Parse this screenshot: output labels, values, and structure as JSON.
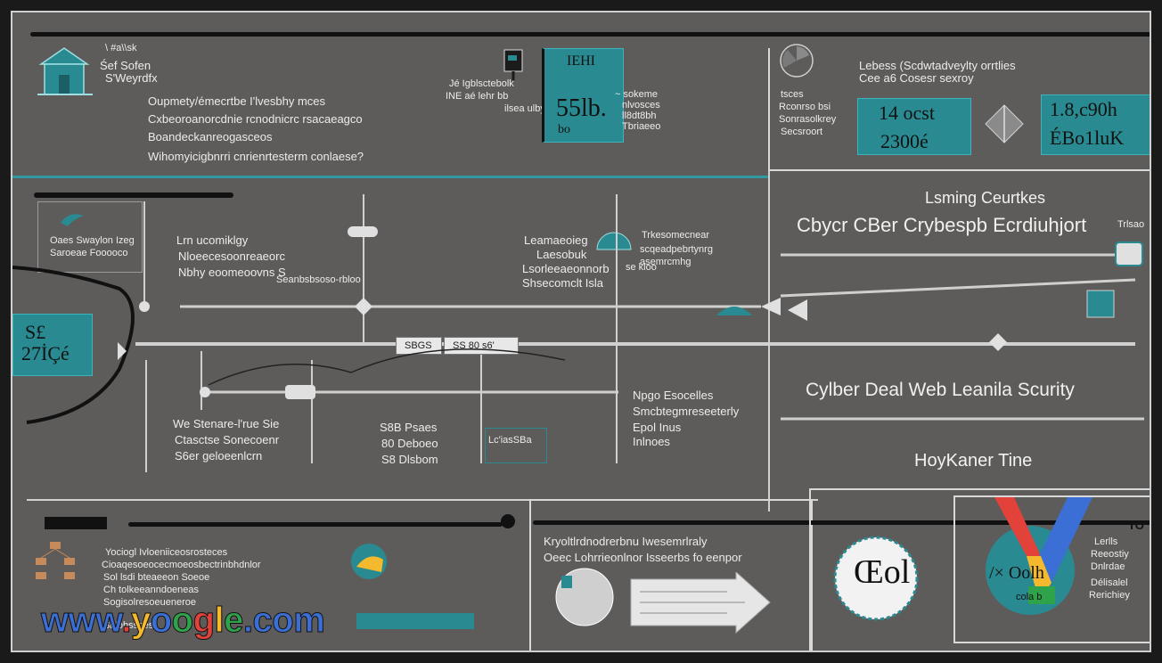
{
  "header": {
    "brand_top": "\\ #a\\\\sk",
    "brand_line1": "Śef Sofen",
    "brand_line2": "S'Weyrdfx",
    "bullets": [
      "Oupmety/émecrtbe I'lvesbhy mces",
      "Cxbeoroanorcdnie rcnodnicrc rsacaeagco",
      "Boandeckanreogasceos",
      "Wihomyicigbnrri cnrienrtesterm conlaese?"
    ],
    "mid_note_line1": "Jé Igblsctebolk",
    "mid_note_line2": "INE aé lehr bb",
    "mid_note_line3": "ilsea ulby",
    "teal_box_top": "IEHI",
    "teal_box_main": "55lb.",
    "teal_box_bottom": "bo",
    "teal_box_note1": "~ sokeme",
    "teal_box_note2": "nlvosces",
    "teal_box_note3": "ll8dt8bh",
    "teal_box_note4": "Tbriaeeo"
  },
  "top_right_panel": {
    "title_line1": "Lebess (Scdwtadveylty orrtlies",
    "title_line2": "Cee a6 Cosesr sexroy",
    "side_line1": "tsces",
    "side_line2": "Rconrso bsi",
    "side_line3": "Sonrasolkrey",
    "side_line4": "Secsroort",
    "box1_line1": "14 ocst",
    "box1_line2": "2300é",
    "box2_line1": "1.8,c90h",
    "box2_line2": "ÉBo1luK"
  },
  "mid_left": {
    "label_block_line1": "Oaes Swaylon Izeg",
    "label_block_line2": "Saroeae Fooooco",
    "bullet_line1": "Lrn ucomiklgy",
    "bullet_line2": "Nloeecesoonreaeorc",
    "bullet_line3": "Nbhy eoomeoovns S",
    "bullet_line4": "Seanbsbsoso-rbloo",
    "side_teal_line1": "S£",
    "side_teal_line2": "27İÇé"
  },
  "mid_center": {
    "note_line1": "Leamaeoieg",
    "note_line2": "Laesobuk",
    "note_line3": "Lsorleeaeonnorb",
    "note_line4": "Shsecomclt Isla",
    "note_right1": "Trkesomecnear",
    "note_right2": "scqeadpebrtynrg",
    "note_right3": "asemrcmhg",
    "note_right4": "se kloo",
    "chip1": "SBGS",
    "chip2": "SS 80 s6'"
  },
  "mid_right": {
    "learning_title": "Lsming Ceurtkes",
    "cyber_title": "Cbycr CBer Crybespb Ecrdiuhjort",
    "small_tag": "Trlsao",
    "cyber_deal": "Cylber Deal Web Leanila Scurity",
    "hoy_kaner": "HoyKaner Tine"
  },
  "lower_left": {
    "bullet_line1": "We Stenare-l'rue Sie",
    "bullet_line2": "Ctasctse Sonecoenr",
    "bullet_line3": "S6er geloeenlcrn",
    "center_line1": "S8B Psaes",
    "center_line2": "80 Deboeo",
    "center_line3": "S8 Dlsbom",
    "box_label": "Lc'iasSBa",
    "right_note1": "Npgo Esocelles",
    "right_note2": "Smcbtegmreseeterly",
    "right_note3": "Epol Inus",
    "right_note4": "Inlnoes"
  },
  "bottom_left": {
    "list_line1": "Yociogl Ivloeniiceosrosteces",
    "list_line2": "Cioaqesoeocecmoeosbectrinbhdnlor",
    "list_line3": "Sol lsdi bteaeeon Soeoe",
    "list_line4": "Ch tolkeeanndoeneas",
    "list_line5": "Sogisolresoeueneroe",
    "list_line6": "Sblobssses"
  },
  "bottom_center": {
    "line1": "Kryoltlrdnodrerbnu Iwesemrlraly",
    "line2": "Oeec Lohrrieonlnor Isseerbs fo eenpor"
  },
  "bottom_right": {
    "badge_text": "Œol",
    "circle_text": "/× Oolh",
    "circle_sub": "cola b",
    "tag_top": "TO",
    "list_line1": "Lerlls",
    "list_line2": "Reeostiy",
    "list_line3": "Dnlrdae",
    "list_line4": "Délisalel",
    "list_line5": "Rerichiey"
  },
  "watermark": {
    "w1": "www",
    "dot1": ".",
    "y": "y",
    "o1": "o",
    "o2": "o",
    "g": "g",
    "l": "l",
    "e": "e",
    "dot2": ".",
    "com": "com"
  },
  "colors": {
    "background": "#5e5c5a",
    "teal": "#2a8a91",
    "frame": "#d8d8d8",
    "dark": "#111111",
    "google_blue": "#3b6fd6",
    "google_red": "#e3423b",
    "google_yellow": "#f4b92c",
    "google_green": "#2fa34b"
  },
  "icons": [
    "house-icon",
    "arrow-icon",
    "plug-icon",
    "circle-icon",
    "chevron-icon",
    "logo-v-icon",
    "tree-icon"
  ]
}
